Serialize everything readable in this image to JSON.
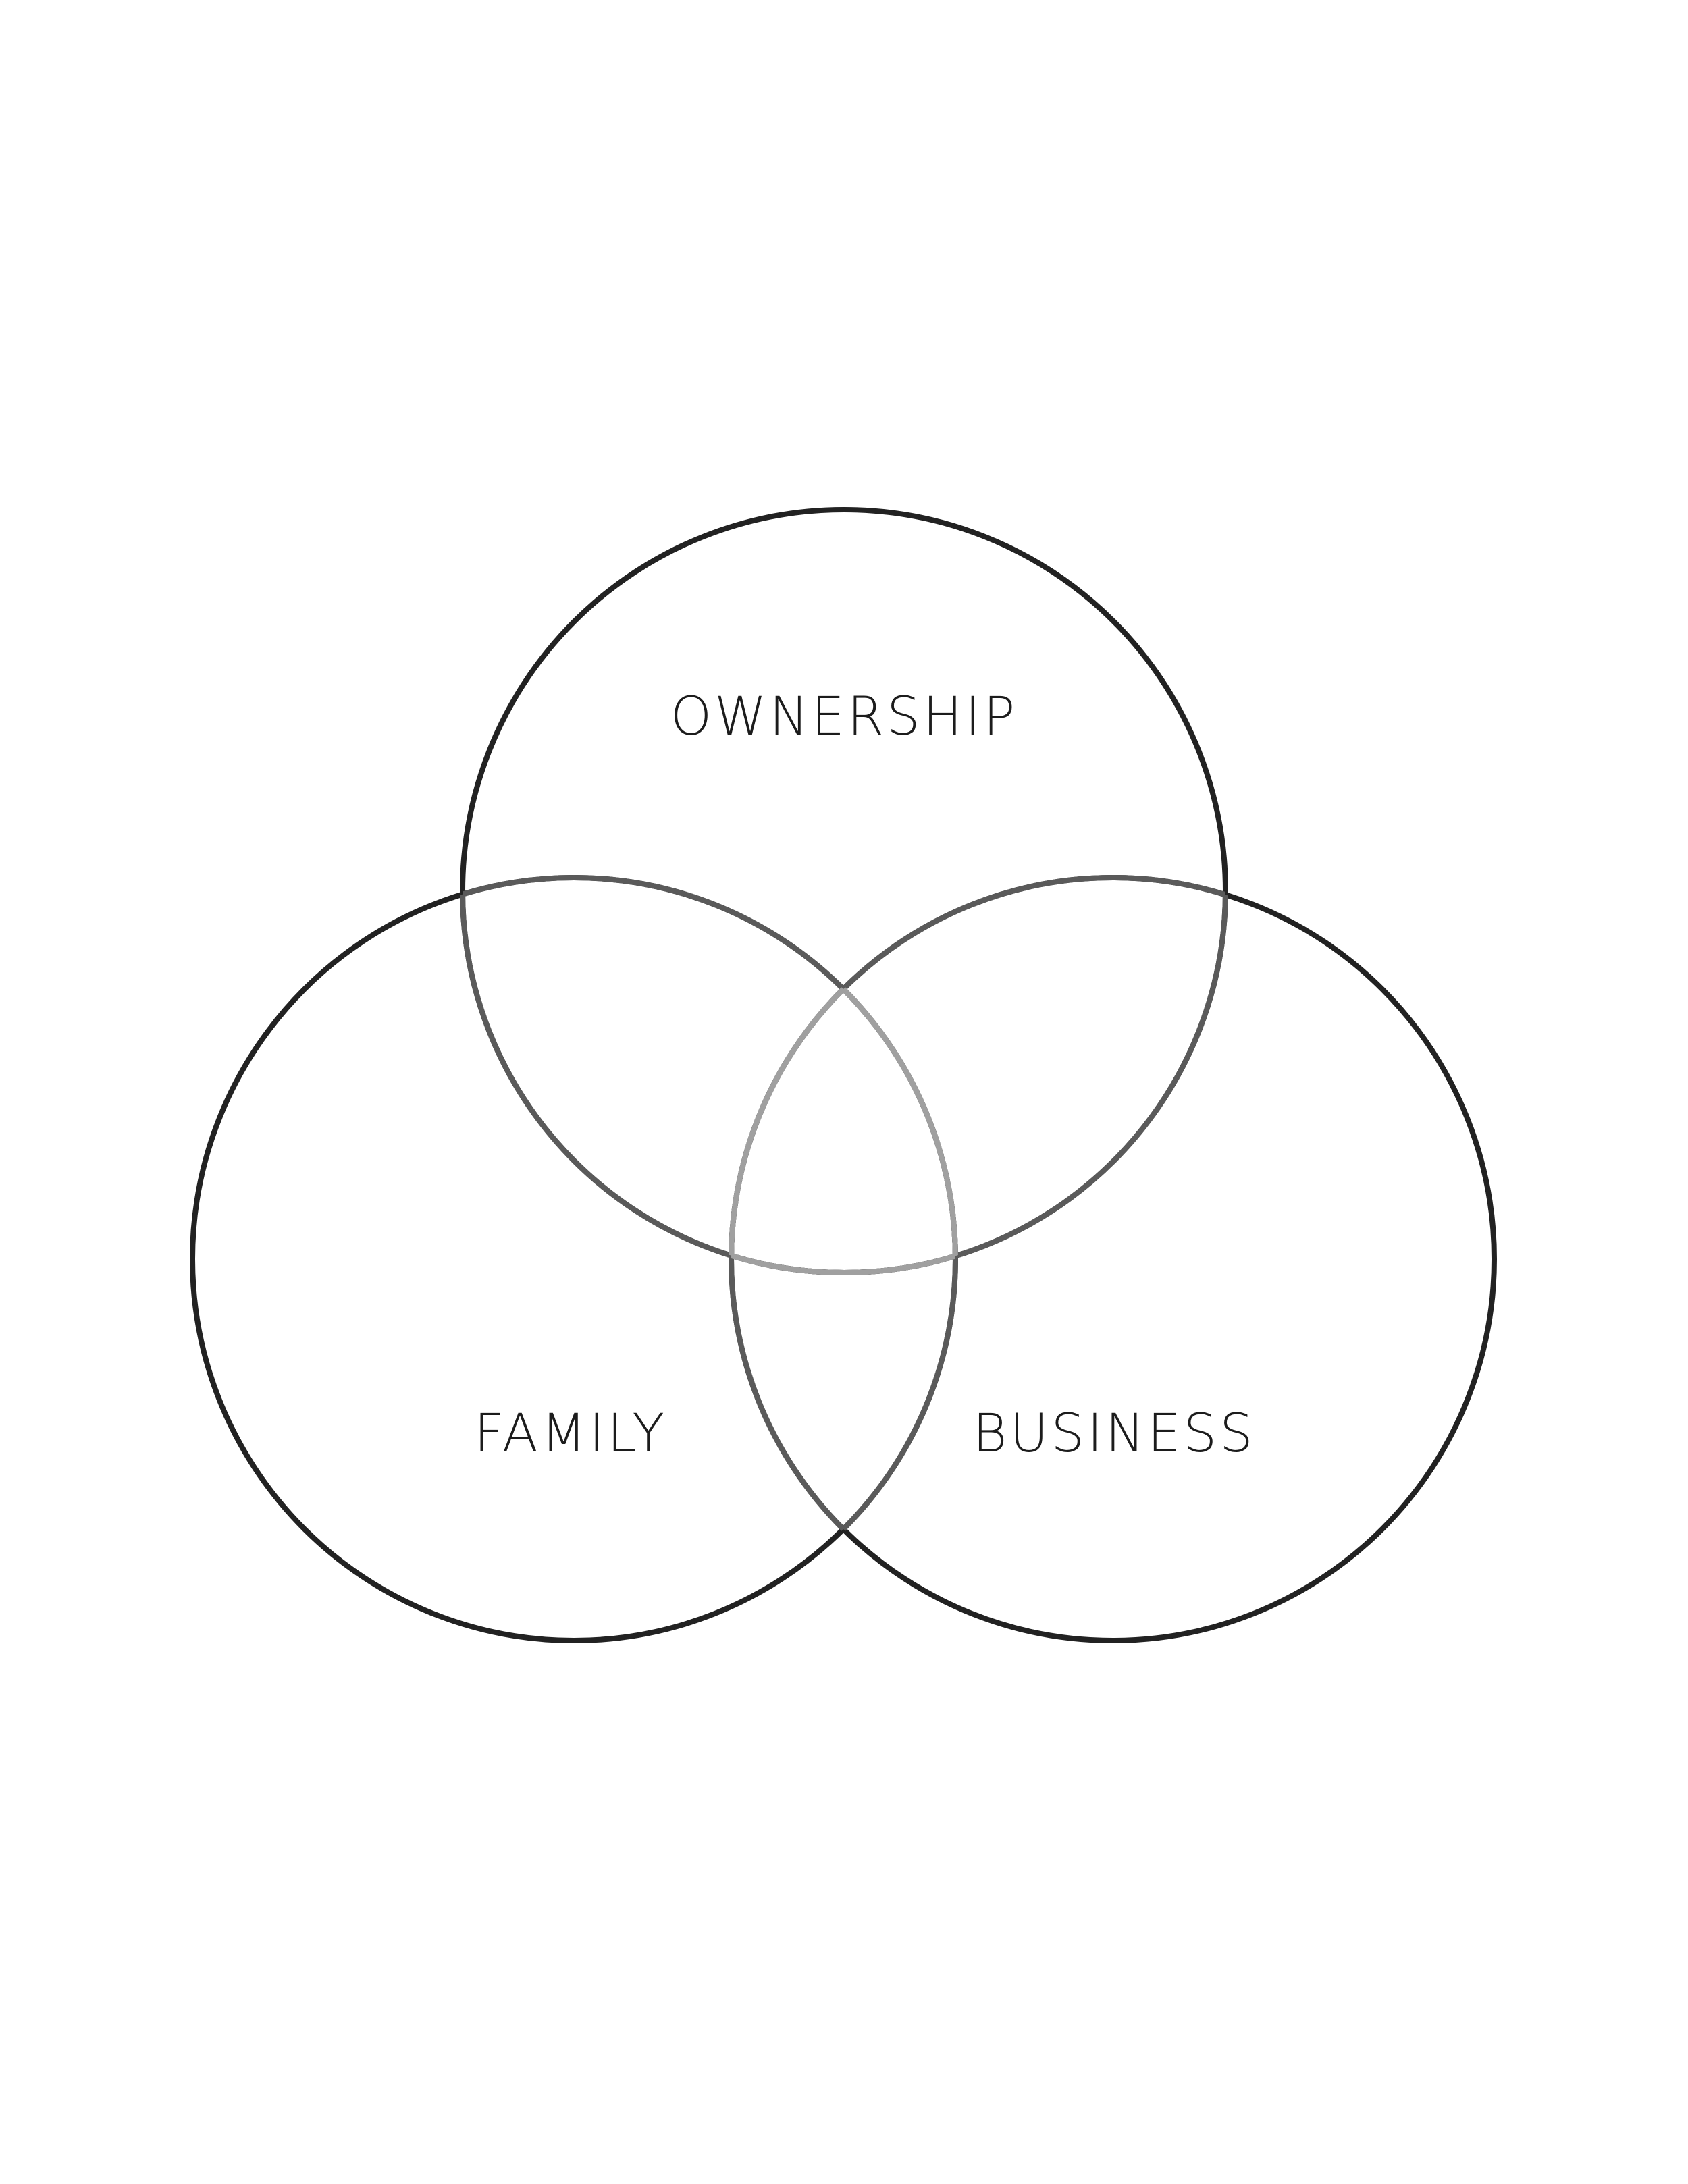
{
  "diagram": {
    "type": "venn",
    "sets": [
      {
        "id": "ownership",
        "label": "OWNERSHIP"
      },
      {
        "id": "family",
        "label": "FAMILY"
      },
      {
        "id": "business",
        "label": "BUSINESS"
      }
    ],
    "colors": {
      "background": "#ffffff",
      "outline": "#222222",
      "overlap_dark": "#5a5a5a",
      "overlap_light": "#a0a0a0",
      "text": "#1c1c1c"
    }
  }
}
